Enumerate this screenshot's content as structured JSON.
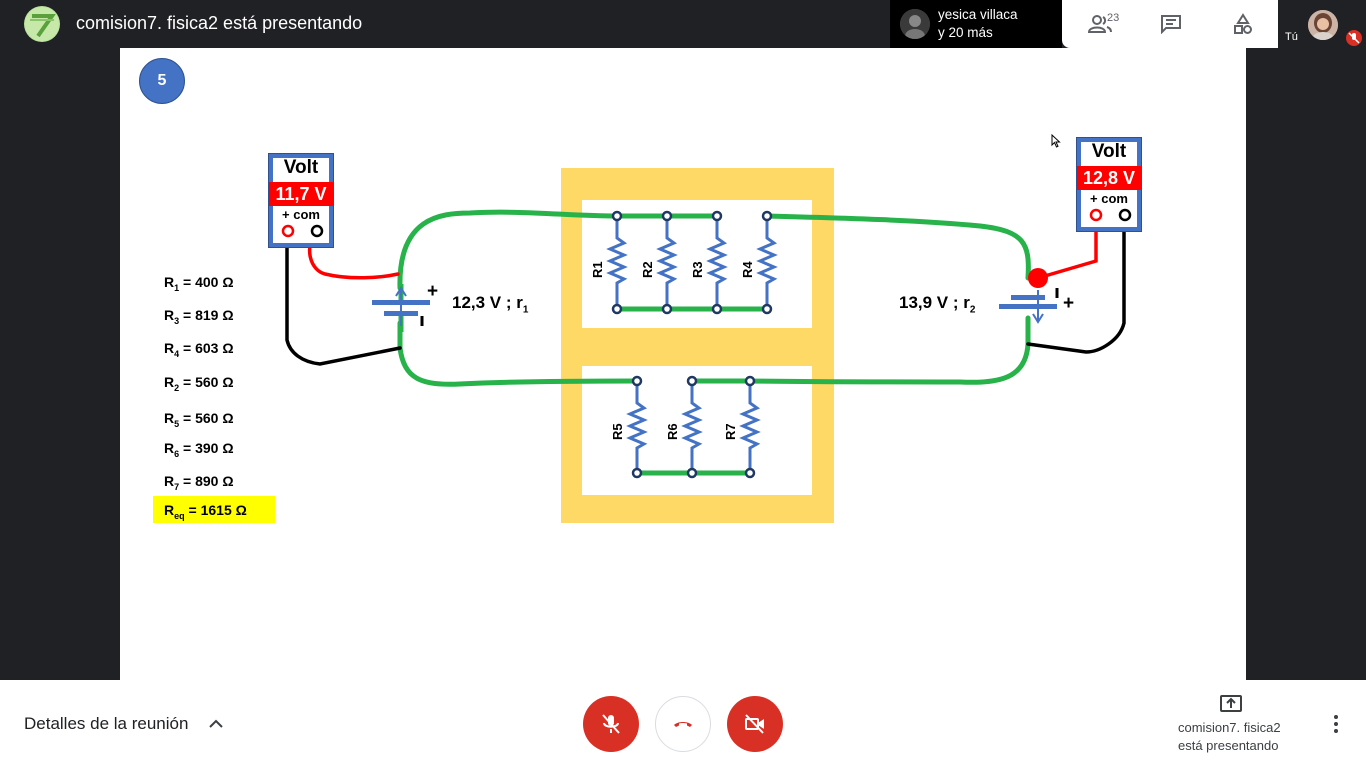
{
  "header": {
    "meeting_title": "comision7. fisica2 está presentando",
    "presenter_line1": "yesica villaca",
    "presenter_line2": "y 20 más",
    "participant_count": "23",
    "you_label": "Tú"
  },
  "slide": {
    "number": "5",
    "resistors": [
      {
        "sym": "R",
        "sub": "1",
        "val": "= 400 Ω"
      },
      {
        "sym": "R",
        "sub": "3",
        "val": "= 819 Ω"
      },
      {
        "sym": "R",
        "sub": "4",
        "val": "= 603 Ω"
      },
      {
        "sym": "R",
        "sub": "2",
        "val": "= 560 Ω"
      },
      {
        "sym": "R",
        "sub": "5",
        "val": "= 560 Ω"
      },
      {
        "sym": "R",
        "sub": "6",
        "val": "= 390 Ω"
      },
      {
        "sym": "R",
        "sub": "7",
        "val": "= 890 Ω"
      }
    ],
    "equivalent": {
      "sym": "R",
      "sub": "eq",
      "val": "= 1615 Ω"
    },
    "voltmeter_left": {
      "title": "Volt",
      "reading": "11,7 V",
      "terminals": "+  com"
    },
    "voltmeter_right": {
      "title": "Volt",
      "reading": "12,8 V",
      "terminals": "+  com"
    },
    "emf_left": {
      "text": "12,3 V ;  r",
      "sub": "1"
    },
    "emf_right": {
      "text": "13,9 V  ;  r",
      "sub": "2"
    },
    "battery_left_plus": "+",
    "battery_right_plus": "+",
    "resistor_labels": [
      "R1",
      "R2",
      "R3",
      "R4",
      "R5",
      "R6",
      "R7"
    ],
    "colors": {
      "wire": "#27b24a",
      "accent_red": "#ff0000",
      "resistor": "#4472c4",
      "frame": "#ffd966",
      "highlight": "#ffff00"
    }
  },
  "footer": {
    "details_label": "Detalles de la reunión",
    "present_line1": "comision7. fisica2",
    "present_line2": "está presentando"
  },
  "icons": [
    "people-icon",
    "chat-icon",
    "activities-icon",
    "mic-off-icon",
    "hangup-icon",
    "camera-off-icon",
    "present-icon",
    "more-icon",
    "chevron-up-icon"
  ]
}
